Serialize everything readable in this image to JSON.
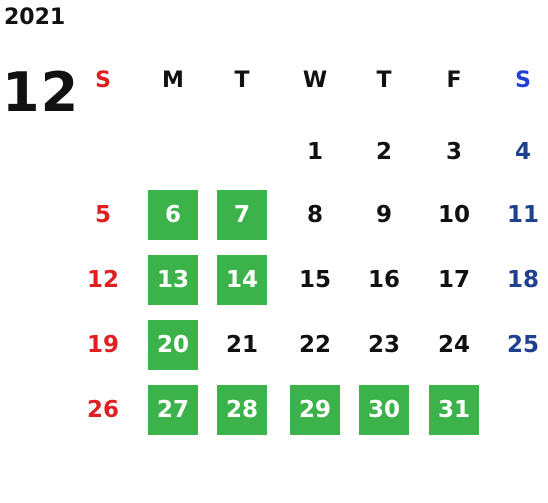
{
  "calendar": {
    "year": "2021",
    "month": "12",
    "weekdays": [
      "S",
      "M",
      "T",
      "W",
      "T",
      "F",
      "S"
    ],
    "weekday_colors": [
      "#e02020",
      "#111111",
      "#111111",
      "#111111",
      "#111111",
      "#111111",
      "#1f3fd6"
    ],
    "day_colors": {
      "sunday": "#e02020",
      "weekday": "#111111",
      "saturday": "#1f3f8f",
      "highlight_bg": "#3cb34a",
      "highlight_text": "#ffffff"
    },
    "weeks": [
      [
        null,
        null,
        null,
        "1",
        "2",
        "3",
        "4"
      ],
      [
        "5",
        "6",
        "7",
        "8",
        "9",
        "10",
        "11"
      ],
      [
        "12",
        "13",
        "14",
        "15",
        "16",
        "17",
        "18"
      ],
      [
        "19",
        "20",
        "21",
        "22",
        "23",
        "24",
        "25"
      ],
      [
        "26",
        "27",
        "28",
        "29",
        "30",
        "31",
        null
      ]
    ],
    "highlighted_days": [
      "6",
      "7",
      "13",
      "14",
      "20",
      "27",
      "28",
      "29",
      "30",
      "31"
    ]
  }
}
